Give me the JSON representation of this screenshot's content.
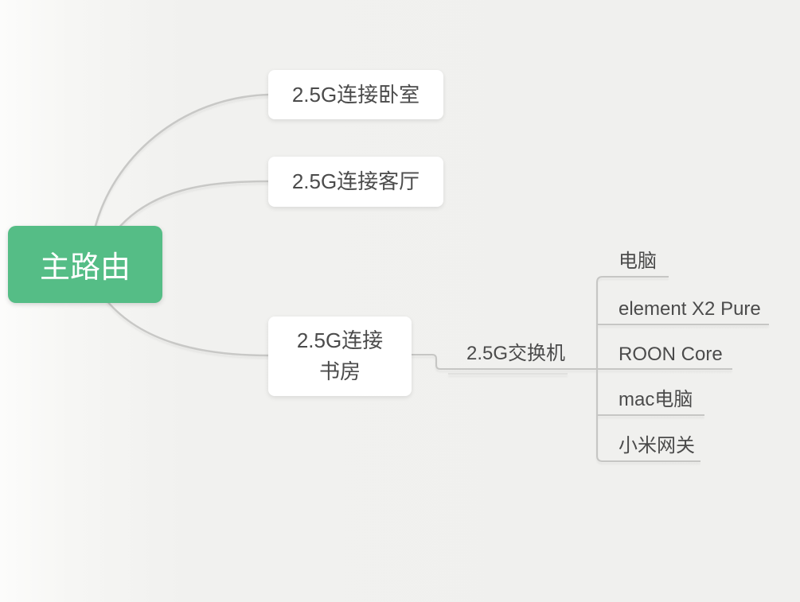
{
  "diagram": {
    "title": "Home network mind map",
    "root": {
      "label": "主路由"
    },
    "branches": [
      {
        "label": "2.5G连接卧室"
      },
      {
        "label": "2.5G连接客厅"
      },
      {
        "label": "2.5G连接书房"
      }
    ],
    "switch": {
      "label": "2.5G交换机"
    },
    "devices": [
      {
        "label": "电脑"
      },
      {
        "label": "element X2 Pure"
      },
      {
        "label": "ROON Core"
      },
      {
        "label": "mac电脑"
      },
      {
        "label": "小米网关"
      }
    ],
    "colors": {
      "root_bg": "#55bd86",
      "root_text": "#ffffff",
      "node_bg": "#ffffff",
      "node_text": "#4b4b4b",
      "line": "#c7c7c5",
      "line_shadow": "#e0e0de",
      "background": "#f0f0ee"
    }
  }
}
